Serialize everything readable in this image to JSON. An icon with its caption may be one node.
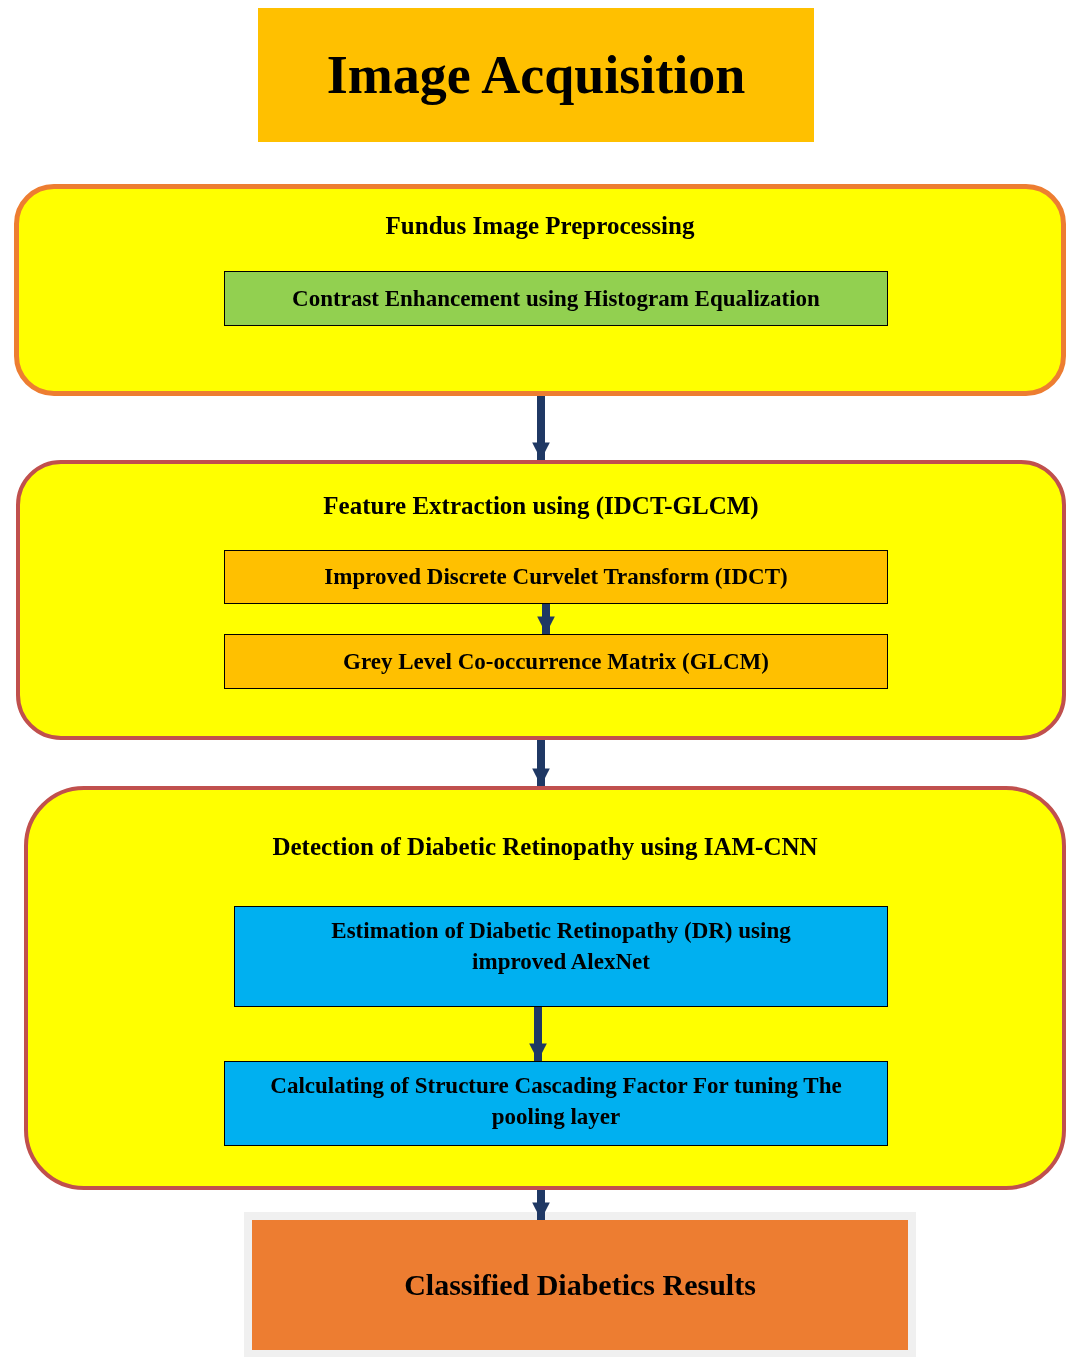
{
  "diagram": {
    "nodes": [
      {
        "text": [
          "Image Acquisition"
        ]
      },
      {
        "text": [
          "Fundus Image Preprocessing"
        ]
      },
      {
        "text": [
          "Contrast Enhancement using Histogram Equalization"
        ],
        "in": 1
      },
      {
        "text": [
          "Feature Extraction using (IDCT-GLCM)"
        ]
      },
      {
        "text": [
          "Improved Discrete Curvelet Transform (IDCT)"
        ],
        "in": 3
      },
      {
        "text": [
          "Grey Level Co-occurrence Matrix (GLCM)"
        ],
        "in": 3
      },
      {
        "text": [
          "Detection of Diabetic Retinopathy using IAM-CNN"
        ]
      },
      {
        "text": [
          "Estimation of Diabetic Retinopathy (DR) using improved AlexNet"
        ],
        "in": 6
      },
      {
        "text": [
          "Calculating of Structure Cascading Factor For tuning The pooling layer"
        ],
        "in": 6
      },
      {
        "text": [
          "Classified Diabetics Results"
        ]
      }
    ],
    "edges": [
      {
        "from": 1,
        "to": 3,
        "arrow": "to"
      },
      {
        "from": 4,
        "to": 5,
        "arrow": "to"
      },
      {
        "from": 3,
        "to": 6,
        "arrow": "to"
      },
      {
        "from": 7,
        "to": 8,
        "arrow": "to"
      },
      {
        "from": 6,
        "to": 9,
        "arrow": "to"
      }
    ]
  }
}
